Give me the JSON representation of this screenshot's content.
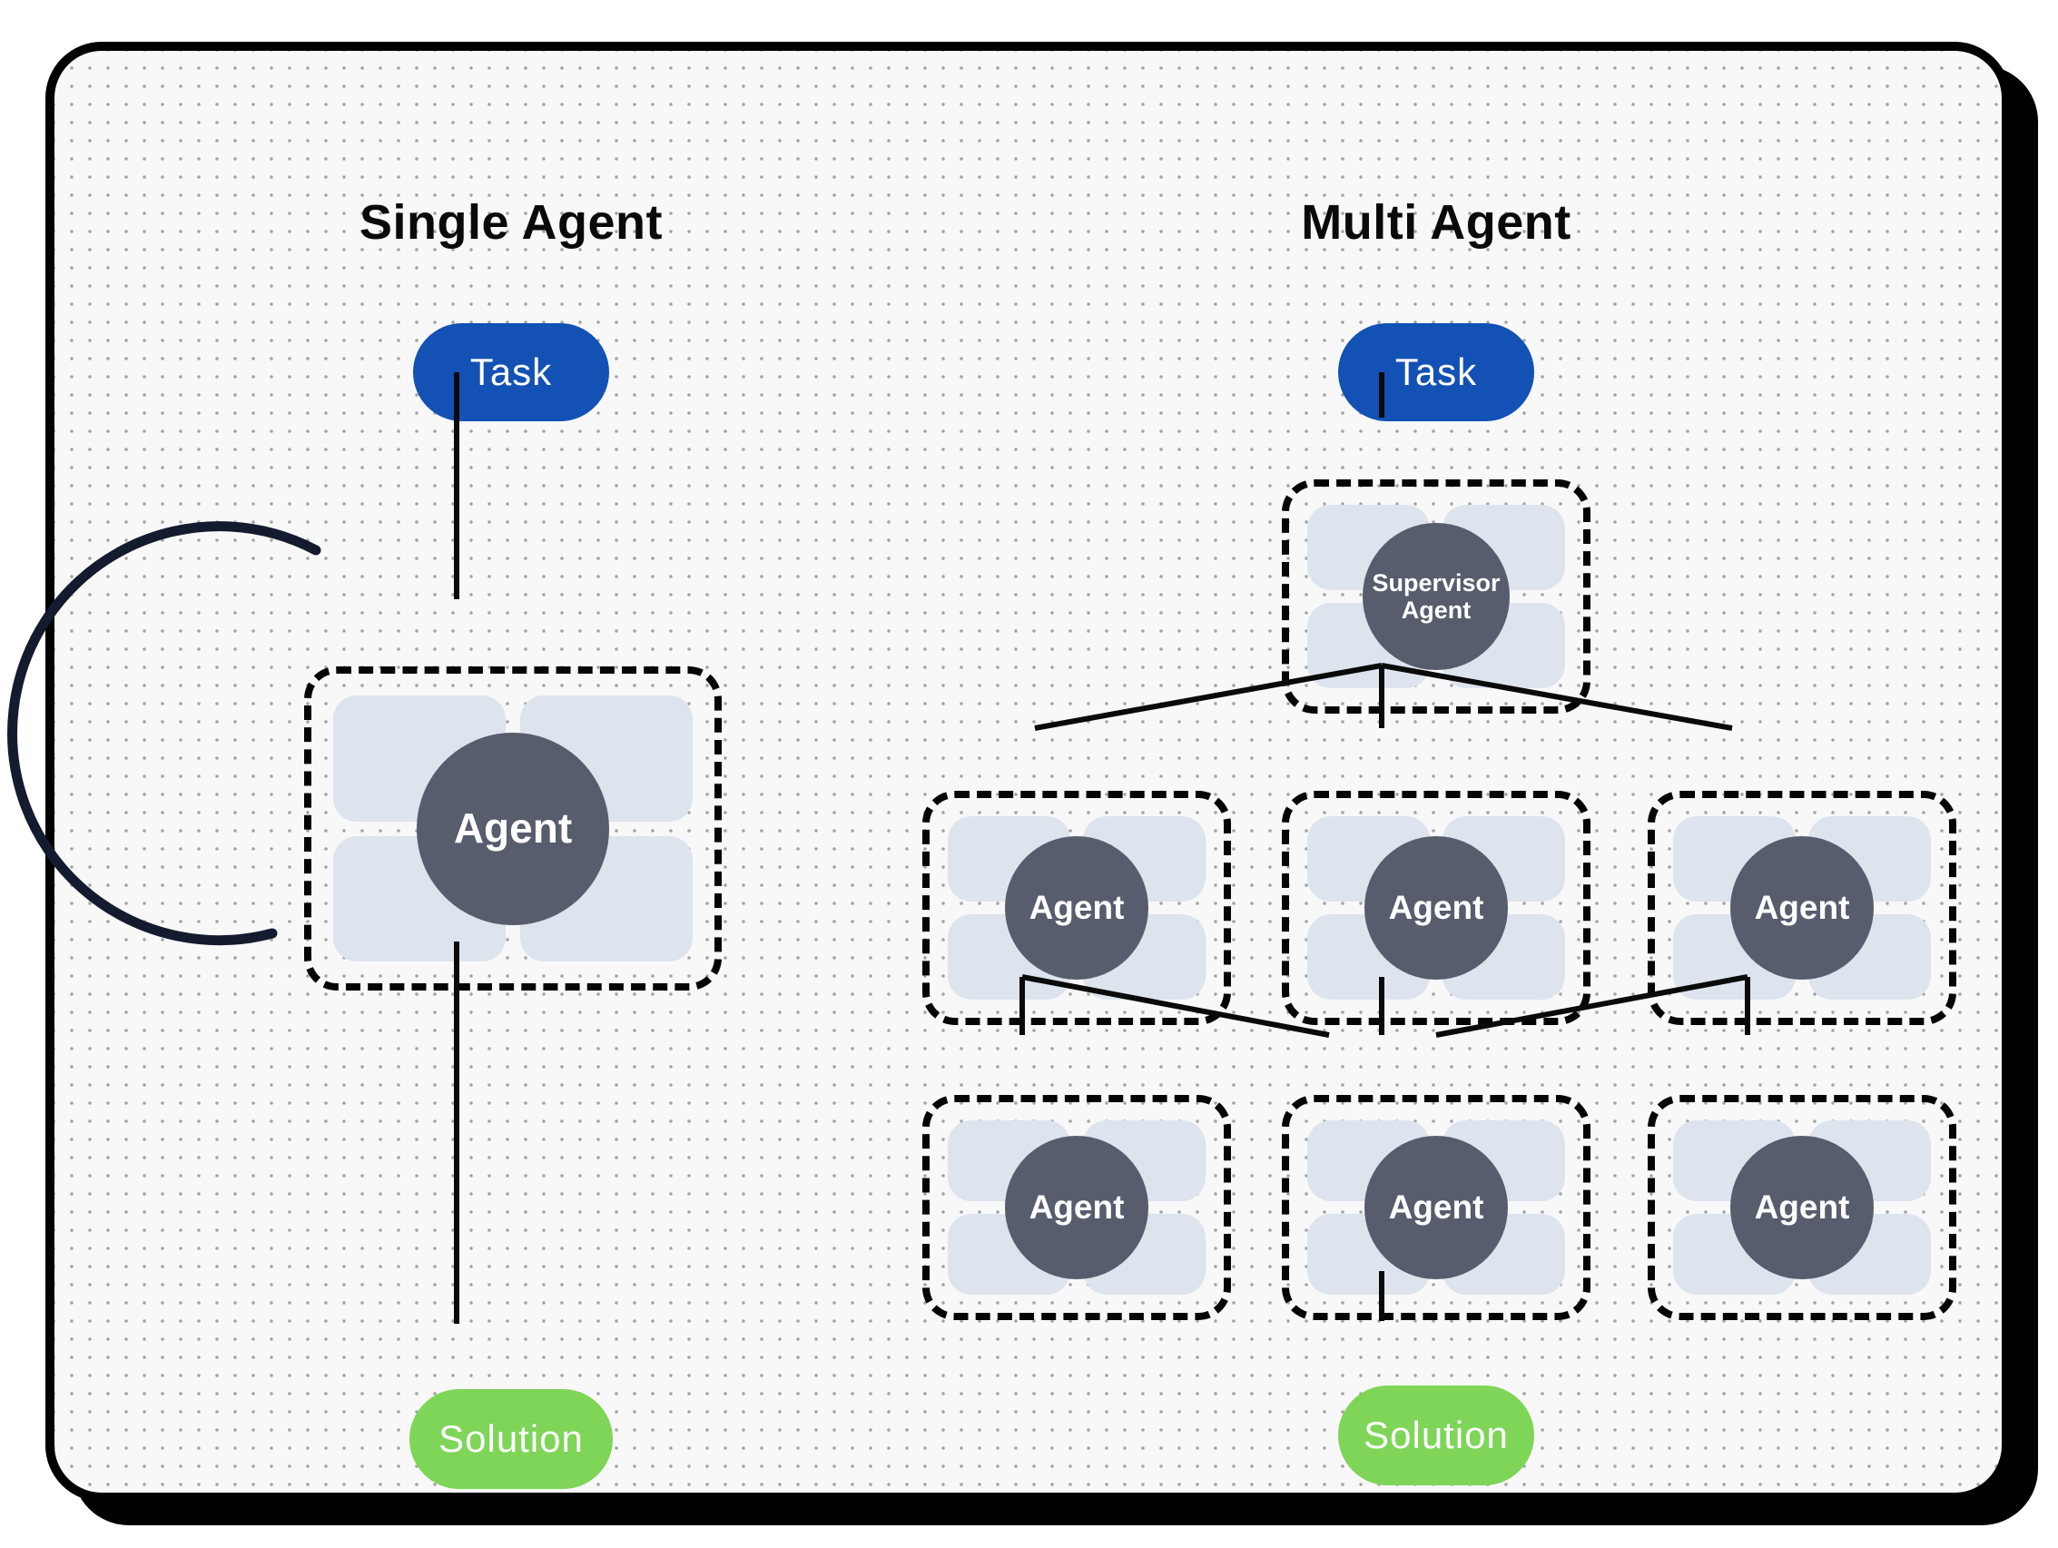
{
  "colors": {
    "task_blue": "#1351b4",
    "solution_green": "#7ed558",
    "agent_node": "#575d6d",
    "module_fill": "#dde4ee",
    "arrow_black": "#0a0a0a",
    "loop_navy": "#151b2e",
    "card_bg": "#f8f8f8"
  },
  "single": {
    "title": "Single Agent",
    "task_label": "Task",
    "agent_label": "Agent",
    "solution_label": "Solution"
  },
  "multi": {
    "title": "Multi Agent",
    "task_label": "Task",
    "supervisor_label": "Supervisor Agent",
    "agent_labels": [
      "Agent",
      "Agent",
      "Agent",
      "Agent",
      "Agent",
      "Agent"
    ],
    "solution_label": "Solution"
  }
}
